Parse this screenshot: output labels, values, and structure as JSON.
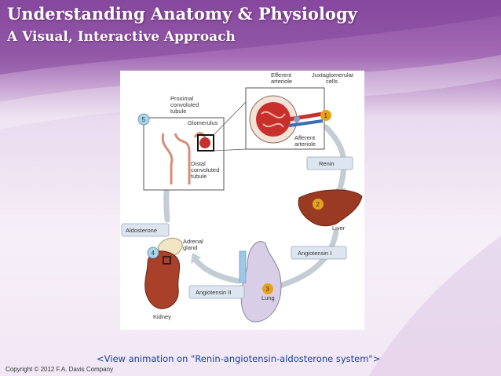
{
  "slide": {
    "title": "Understanding Anatomy & Physiology",
    "subtitle": "A Visual, Interactive Approach",
    "animation_link": "<View animation on \"Renin-angiotensin-aldosterone system\">",
    "copyright": "Copyright © 2012 F.A. Davis Company"
  },
  "figure": {
    "labels": {
      "efferent_arteriole": [
        "Efferent",
        "arteriole"
      ],
      "juxtaglomerular_cells": [
        "Juxtaglomerular",
        "cells"
      ],
      "afferent_arteriole": [
        "Afferent",
        "arteriole"
      ],
      "proximal_tubule": [
        "Proximal",
        "convoluted",
        "tubule"
      ],
      "glomerulus": "Glomerulus",
      "distal_tubule": [
        "Distal",
        "convoluted",
        "tubule"
      ],
      "renin": "Renin",
      "liver": "Liver",
      "angiotensin_1": "Angiotensin I",
      "aldosterone": "Aldosterone",
      "adrenal_gland": [
        "Adrenal",
        "gland"
      ],
      "angiotensin_2": "Angiotensin II",
      "lung": "Lung",
      "kidney": "Kidney"
    },
    "steps": [
      "1",
      "2",
      "3",
      "4",
      "5"
    ]
  },
  "colors": {
    "header_purple": "#8d4fa3",
    "link_blue": "#1a3fa0",
    "step_badge": "#e8a21a",
    "label_box": "#dde6f0",
    "arrow_gray": "#c4ccd4"
  }
}
